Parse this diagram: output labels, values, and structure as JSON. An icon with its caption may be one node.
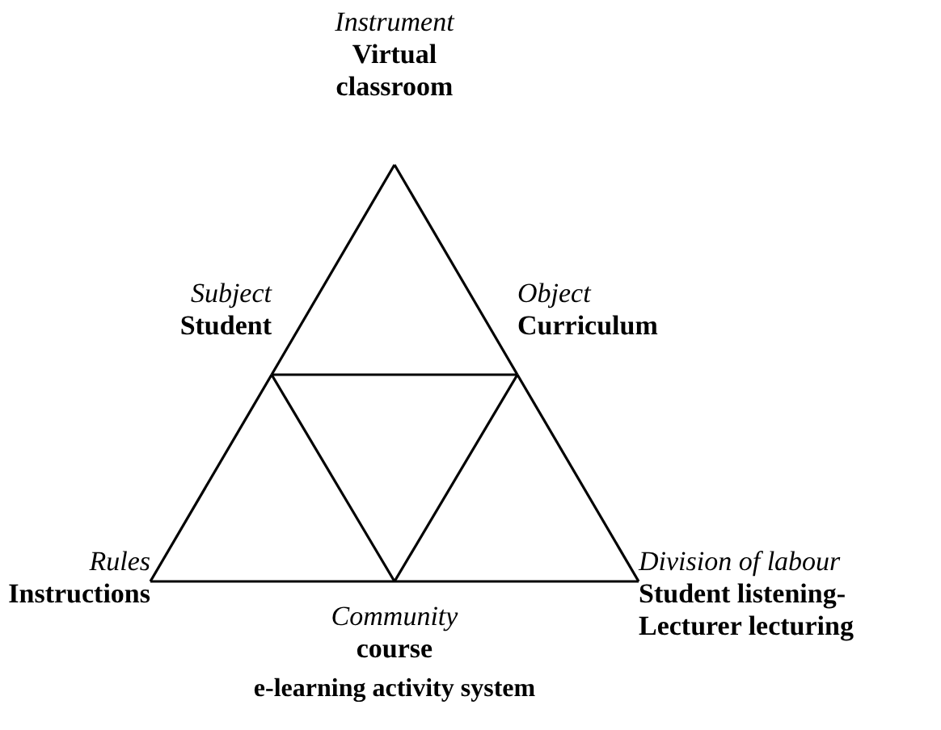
{
  "diagram": {
    "caption": "e-learning activity system",
    "nodes": [
      {
        "text": [
          "Instrument",
          "Virtual classroom"
        ]
      },
      {
        "text": [
          "Subject",
          "Student"
        ]
      },
      {
        "text": [
          "Object",
          "Curriculum"
        ]
      },
      {
        "text": [
          "Rules",
          "Instructions"
        ]
      },
      {
        "text": [
          "Community",
          "course"
        ]
      },
      {
        "text": [
          "Division of labour",
          "Student listening- Lecturer lecturing"
        ]
      }
    ],
    "edges": [
      {
        "from": 0,
        "to": 1,
        "arrow": "none"
      },
      {
        "from": 0,
        "to": 2,
        "arrow": "none"
      },
      {
        "from": 1,
        "to": 2,
        "arrow": "none"
      },
      {
        "from": 1,
        "to": 3,
        "arrow": "none"
      },
      {
        "from": 1,
        "to": 4,
        "arrow": "none"
      },
      {
        "from": 2,
        "to": 4,
        "arrow": "none"
      },
      {
        "from": 2,
        "to": 5,
        "arrow": "none"
      },
      {
        "from": 3,
        "to": 4,
        "arrow": "none"
      },
      {
        "from": 4,
        "to": 5,
        "arrow": "none"
      }
    ]
  }
}
